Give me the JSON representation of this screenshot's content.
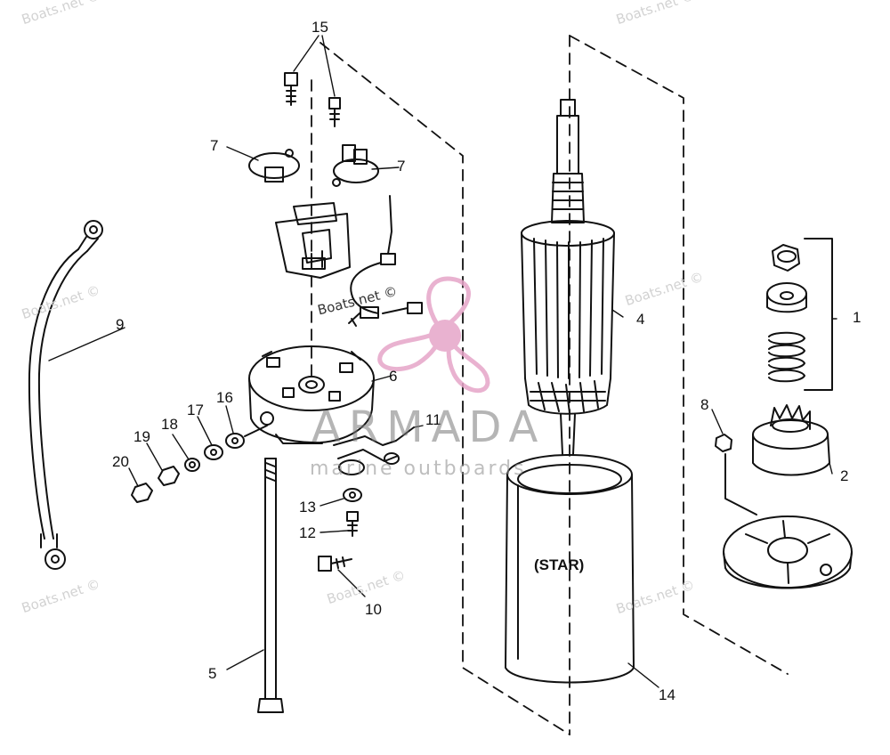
{
  "callouts": {
    "c1": "1",
    "c2": "2",
    "c4": "4",
    "c5": "5",
    "c6": "6",
    "c7a": "7",
    "c7b": "7",
    "c8": "8",
    "c9": "9",
    "c10": "10",
    "c11": "11",
    "c12": "12",
    "c13": "13",
    "c14": "14",
    "c15": "15",
    "c16": "16",
    "c17": "17",
    "c18": "18",
    "c19": "19",
    "c20": "20"
  },
  "labels": {
    "star": "(STAR)"
  },
  "watermark": {
    "site": "Boats.net ©"
  },
  "logo": {
    "brand": "ARMADA",
    "tagline": "marine outboards",
    "accent": "#e6a5c8"
  },
  "colors": {
    "ink": "#111111",
    "paper": "#ffffff"
  }
}
